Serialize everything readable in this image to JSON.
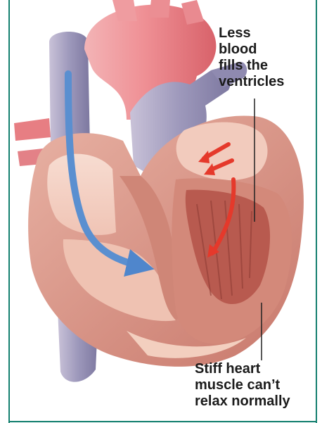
{
  "annotations": {
    "top_label": "Less\nblood\nfills the\nventricles",
    "bottom_label": "Stiff heart\nmuscle can’t\nrelax normally"
  },
  "colors": {
    "frame": "#14806f",
    "aorta": "#e9777c",
    "vein": "#8d88ad",
    "muscle": "#d99a8d",
    "chamber": "#f4d2c5",
    "blue_arrow": "#5a8fd0",
    "red_arrow": "#e5392b",
    "leader_line": "#222222"
  },
  "icons": [
    "blue-flow-arrow",
    "red-flow-arrow"
  ]
}
